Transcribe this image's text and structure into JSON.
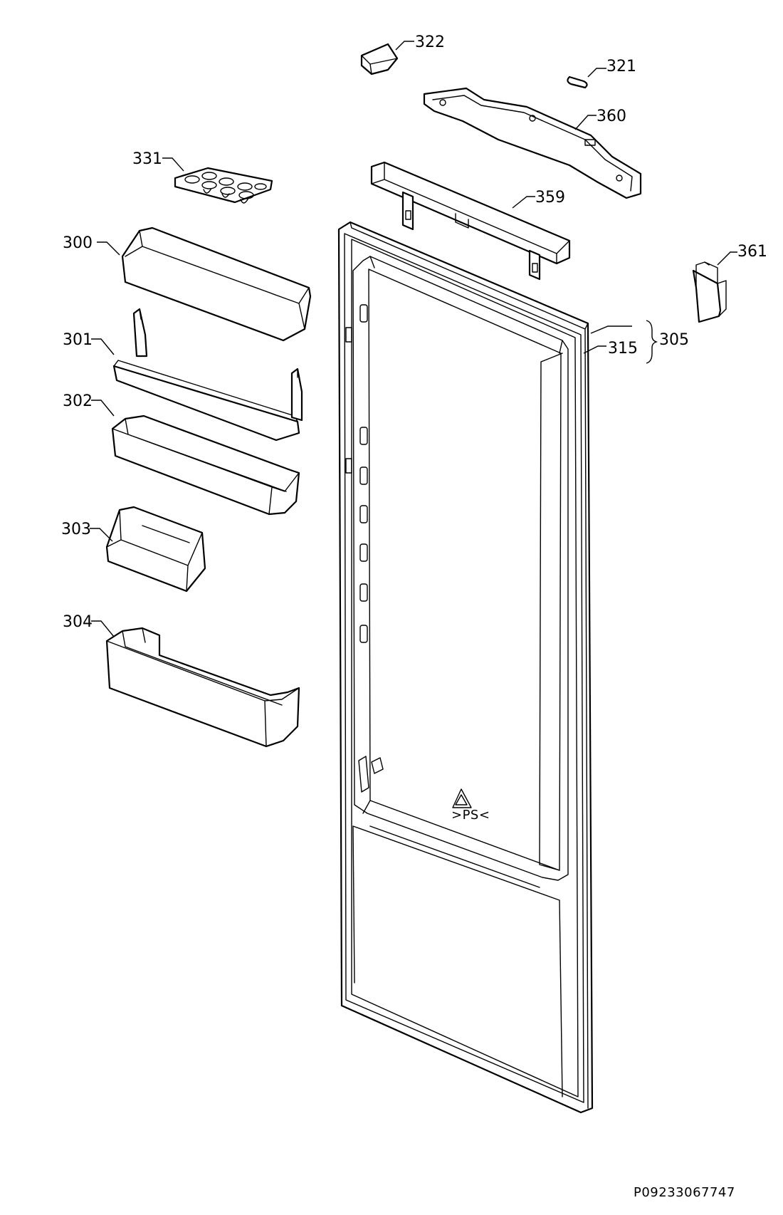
{
  "labels": {
    "p300": "300",
    "p301": "301",
    "p302": "302",
    "p303": "303",
    "p304": "304",
    "p305": "305",
    "p315": "315",
    "p321": "321",
    "p322": "322",
    "p331": "331",
    "p359": "359",
    "p360": "360",
    "p361": "361"
  },
  "drawing_reference": "P09233067747",
  "recycling_mark": ">PS<"
}
